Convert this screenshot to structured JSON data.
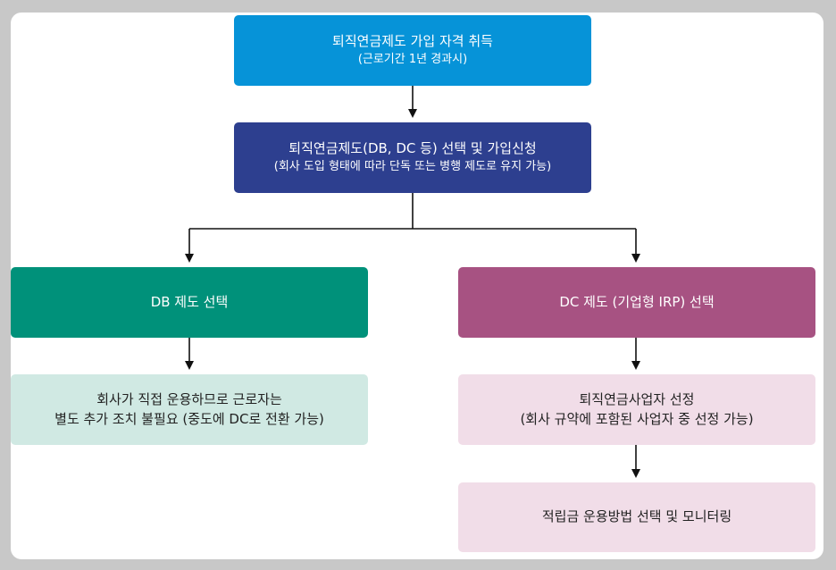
{
  "nodes": {
    "enroll": {
      "line1": "퇴직연금제도 가입 자격 취득",
      "line2": "(근로기간 1년 경과시)"
    },
    "select": {
      "line1": "퇴직연금제도(DB, DC 등) 선택 및 가입신청",
      "line2": "(회사 도입 형태에 따라 단독 또는 병행 제도로 유지 가능)"
    },
    "db": {
      "line1": "DB 제도 선택"
    },
    "dc": {
      "line1": "DC 제도 (기업형 IRP) 선택"
    },
    "db_detail": {
      "line1": "회사가 직접 운용하므로 근로자는",
      "line2": "별도 추가 조치 불필요 (중도에 DC로 전환 가능)"
    },
    "dc_provider": {
      "line1": "퇴직연금사업자 선정",
      "line2": "(회사 규약에 포함된 사업자 중 선정 가능)"
    },
    "dc_manage": {
      "line1": "적립금 운용방법 선택 및 모니터링"
    }
  },
  "colors": {
    "enroll": "#0693d8",
    "select": "#2d3f8f",
    "db": "#00917a",
    "dc": "#a75282",
    "db_detail": "#d0e9e3",
    "dc_detail": "#f1dde8"
  }
}
